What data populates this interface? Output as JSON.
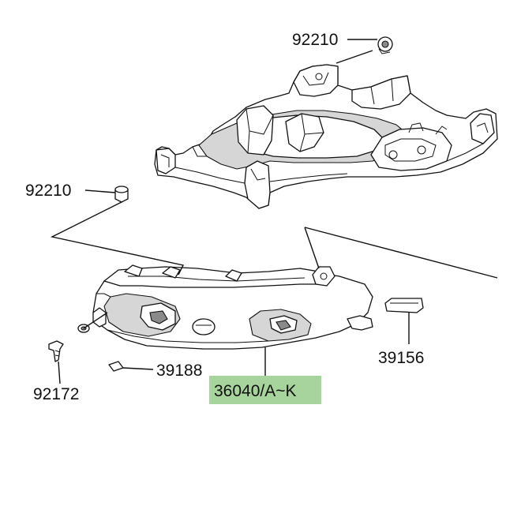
{
  "diagram": {
    "highlight_color": "#a6d49c",
    "labels": {
      "p92210_top": "92210",
      "p92210_left": "92210",
      "p39156": "39156",
      "p39188": "39188",
      "p92172": "92172",
      "p36040": "36040/A~K"
    }
  }
}
